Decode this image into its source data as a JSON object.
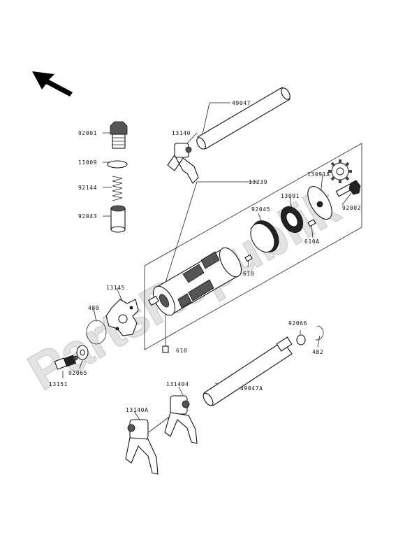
{
  "watermark": "PartsRepublik",
  "parts": {
    "p49047": "49047",
    "p13140": "13140",
    "p92001": "92001",
    "p11009": "11009",
    "p92144": "92144",
    "p92043": "92043",
    "p13239": "13239",
    "p13091a": "13091A",
    "p13091": "13091",
    "p92045": "92045",
    "p92002": "92002",
    "p610a": "610A",
    "p610": "610",
    "p13145": "13145",
    "p480": "480",
    "p610b": "610",
    "p92066": "92066",
    "p482": "482",
    "p92065": "92065",
    "p13151": "13151",
    "p131404": "131404",
    "p49047a": "49047A",
    "p13140a": "13140A"
  },
  "icons": {
    "direction": "arrow-icon",
    "gear": "gear-icon"
  }
}
